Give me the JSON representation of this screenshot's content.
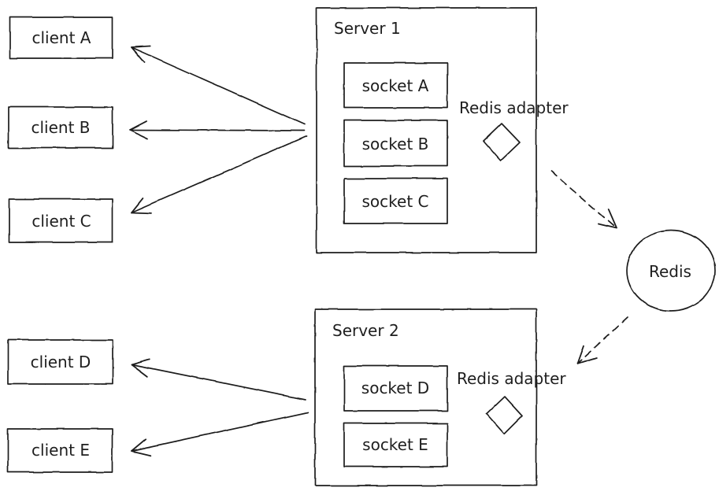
{
  "canvas": {
    "background": "#ffffff",
    "stroke_color": "#1e1e1e"
  },
  "clients": [
    {
      "label": "client A"
    },
    {
      "label": "client B"
    },
    {
      "label": "client C"
    },
    {
      "label": "client D"
    },
    {
      "label": "client E"
    }
  ],
  "servers": [
    {
      "label": "Server 1",
      "adapter_label": "Redis adapter",
      "sockets": [
        {
          "label": "socket A"
        },
        {
          "label": "socket B"
        },
        {
          "label": "socket C"
        }
      ]
    },
    {
      "label": "Server 2",
      "adapter_label": "Redis adapter",
      "sockets": [
        {
          "label": "socket D"
        },
        {
          "label": "socket E"
        }
      ]
    }
  ],
  "redis": {
    "label": "Redis"
  }
}
